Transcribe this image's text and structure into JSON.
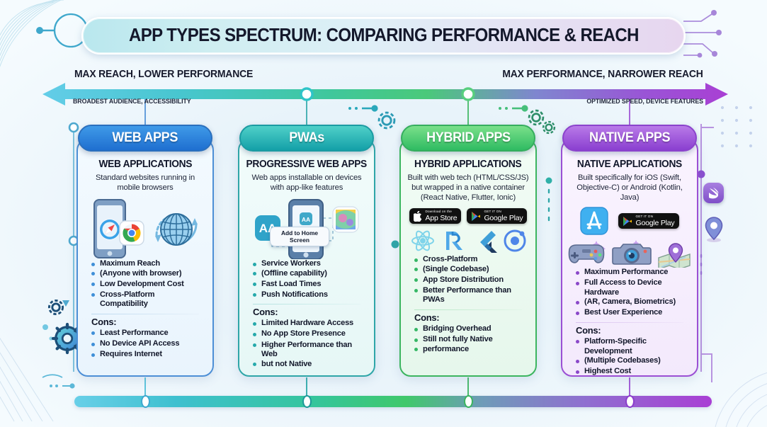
{
  "title": "APP TYPES SPECTRUM: COMPARING PERFORMANCE & REACH",
  "spectrum": {
    "left_label": "MAX REACH, LOWER PERFORMANCE",
    "right_label": "MAX PERFORMANCE, NARROWER REACH",
    "left_sublabel": "BROADEST AUDIENCE, ACCESSIBILITY",
    "right_sublabel": "OPTIMIZED SPEED, DEVICE FEATURES",
    "gradient_start": "#63cde8",
    "gradient_end": "#a93fd4"
  },
  "cards": [
    {
      "id": "web-apps",
      "pill": "WEB APPS",
      "heading": "WEB APPLICATIONS",
      "description": "Standard websites running in mobile browsers",
      "accent": "#2a6fbd",
      "bullet_color": "#3f8fd8",
      "pros": [
        "Maximum Reach",
        "(Anyone with browser)",
        "Low Development Cost",
        "Cross-Platform Compatibility"
      ],
      "cons_title": "Cons:",
      "cons": [
        "Least Performance",
        "No Device API Access",
        "Requires Internet"
      ],
      "icons": [
        "smartphone-icon",
        "safari-icon",
        "chrome-icon",
        "globe-refresh-icon"
      ]
    },
    {
      "id": "pwas",
      "pill": "PWAs",
      "heading": "PROGRESSIVE WEB APPS",
      "description": "Web apps installable on devices with app-like features",
      "accent": "#1b9ba2",
      "bullet_color": "#26a9ab",
      "pros": [
        "Service Workers",
        "(Offline capability)",
        "Fast Load Times",
        "Push Notifications"
      ],
      "cons_title": "Cons:",
      "cons": [
        "Limited Hardware Access",
        "No App Store Presence",
        "Higher Performance than Web",
        "but not Native"
      ],
      "icons": [
        "aa-app-icon",
        "smartphone-icon",
        "color-app-icon"
      ],
      "tooltip": "Add to Home Screen"
    },
    {
      "id": "hybrid-apps",
      "pill": "HYBRID APPS",
      "heading": "HYBRID APPLICATIONS",
      "description": "Built with web tech (HTML/CSS/JS) but wrapped in a native container (React Native, Flutter, Ionic)",
      "accent": "#35ad5e",
      "bullet_color": "#35b765",
      "pros": [
        "Cross-Platform",
        "(Single Codebase)",
        "App Store Distribution",
        "Better Performance than PWAs"
      ],
      "cons_title": "Cons:",
      "cons": [
        "Bridging Overhead",
        "Still not fully Native",
        "performance"
      ],
      "badges": [
        {
          "small": "Download on the",
          "big": "App Store",
          "icon": "apple-icon"
        },
        {
          "small": "GET IT ON",
          "big": "Google Play",
          "icon": "google-play-icon"
        }
      ],
      "icons": [
        "react-icon",
        "react-native-icon",
        "flutter-icon",
        "ionic-icon"
      ]
    },
    {
      "id": "native-apps",
      "pill": "NATIVE APPS",
      "heading": "NATIVE APPLICATIONS",
      "description": "Built specifically for iOS (Swift, Objective-C) or Android (Kotlin, Java)",
      "accent": "#8b43cc",
      "bullet_color": "#8a47c9",
      "pros": [
        "Maximum Performance",
        "Full Access to Device Hardware",
        "(AR, Camera, Biometrics)",
        "Best User Experience"
      ],
      "cons_title": "Cons:",
      "cons": [
        "Platform-Specific Development",
        "(Multiple Codebases)",
        "Highest Cost"
      ],
      "badges": [
        {
          "small": "GET IT ON",
          "big": "Google Play",
          "icon": "google-play-icon"
        }
      ],
      "icons": [
        "app-store-icon",
        "gamepad-icon",
        "camera-icon",
        "map-pin-icon"
      ]
    }
  ],
  "decorations": {
    "side_icons": [
      "swift-icon",
      "location-pin-icon"
    ],
    "gears": [
      "gear-icon",
      "gear-icon",
      "gear-icon",
      "gear-icon",
      "gear-icon"
    ]
  },
  "pwa_tooltip": "Add to Home Screen",
  "pwa_aa_label": "AA"
}
